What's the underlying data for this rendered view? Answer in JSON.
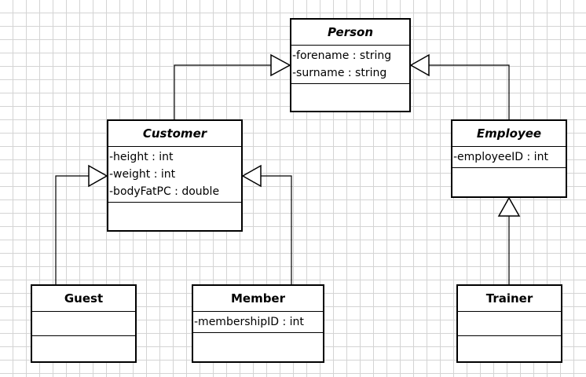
{
  "classes": {
    "person": {
      "name": "Person",
      "attributes": [
        "-forename : string",
        "-surname : string"
      ]
    },
    "customer": {
      "name": "Customer",
      "attributes": [
        "-height : int",
        "-weight : int",
        "-bodyFatPC : double"
      ]
    },
    "employee": {
      "name": "Employee",
      "attributes": [
        "-employeeID : int"
      ]
    },
    "guest": {
      "name": "Guest",
      "attributes": []
    },
    "member": {
      "name": "Member",
      "attributes": [
        "-membershipID : int"
      ]
    },
    "trainer": {
      "name": "Trainer",
      "attributes": []
    }
  },
  "relationships": [
    {
      "type": "generalization",
      "from": "Customer",
      "to": "Person"
    },
    {
      "type": "generalization",
      "from": "Employee",
      "to": "Person"
    },
    {
      "type": "generalization",
      "from": "Guest",
      "to": "Customer"
    },
    {
      "type": "generalization",
      "from": "Member",
      "to": "Customer"
    },
    {
      "type": "generalization",
      "from": "Trainer",
      "to": "Employee"
    }
  ]
}
